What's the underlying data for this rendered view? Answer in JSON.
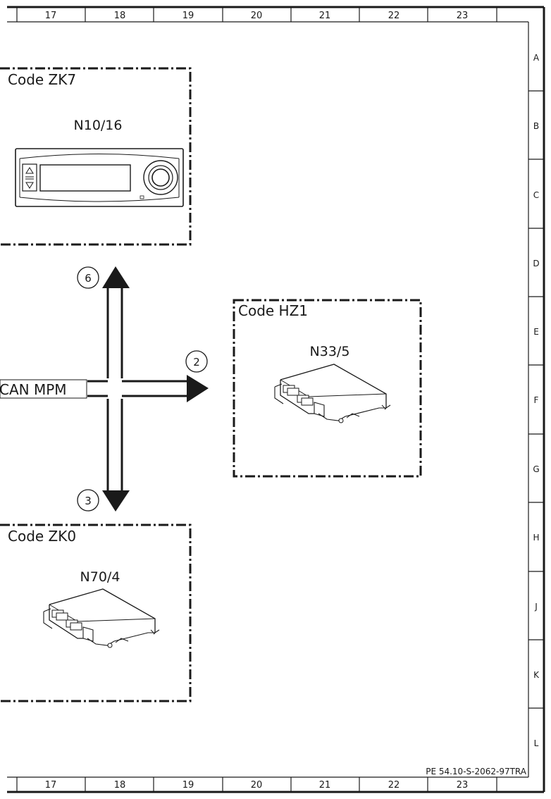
{
  "frame": {
    "columns": [
      "17",
      "18",
      "19",
      "20",
      "21",
      "22",
      "23"
    ],
    "rows": [
      "A",
      "B",
      "C",
      "D",
      "E",
      "F",
      "G",
      "H",
      "J",
      "K",
      "L"
    ]
  },
  "blocks": {
    "zk7": {
      "code": "Code ZK7",
      "part": "N10/16"
    },
    "hz1": {
      "code": "Code HZ1",
      "part": "N33/5"
    },
    "zk0": {
      "code": "Code ZK0",
      "part": "N70/4"
    }
  },
  "bus": {
    "label": "CAN MPM"
  },
  "refs": {
    "up": "6",
    "right": "2",
    "down": "3"
  },
  "document_ref": "PE 54.10-S-2062-97TRA"
}
